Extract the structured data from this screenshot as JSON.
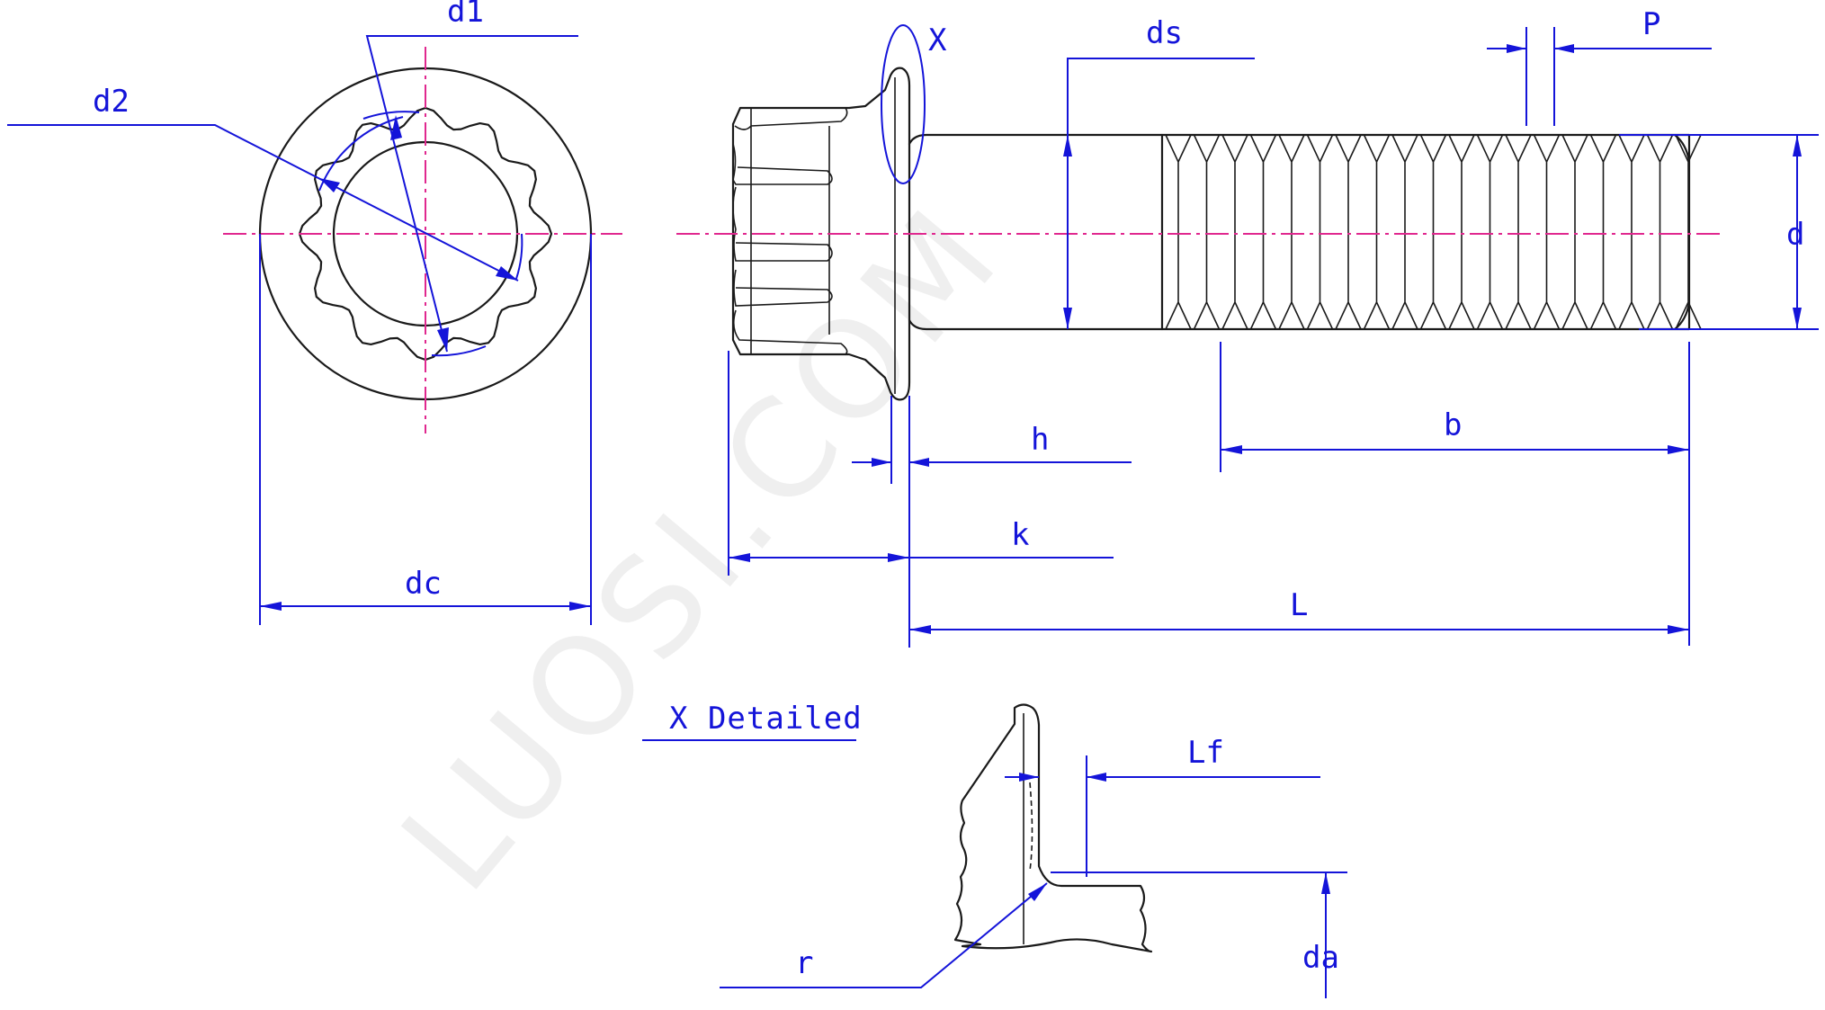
{
  "watermark": "LUOSI.COM",
  "colors": {
    "dimension": "#1414d9",
    "centerline": "#e0288f",
    "outline": "#1a1a1a"
  },
  "labels": {
    "d1": "d1",
    "d2": "d2",
    "dc": "dc",
    "x_marker": "X",
    "ds": "ds",
    "p": "P",
    "d": "d",
    "h": "h",
    "b": "b",
    "k": "k",
    "l": "L",
    "detail_title": "X Detailed",
    "lf": "Lf",
    "r": "r",
    "da": "da"
  }
}
